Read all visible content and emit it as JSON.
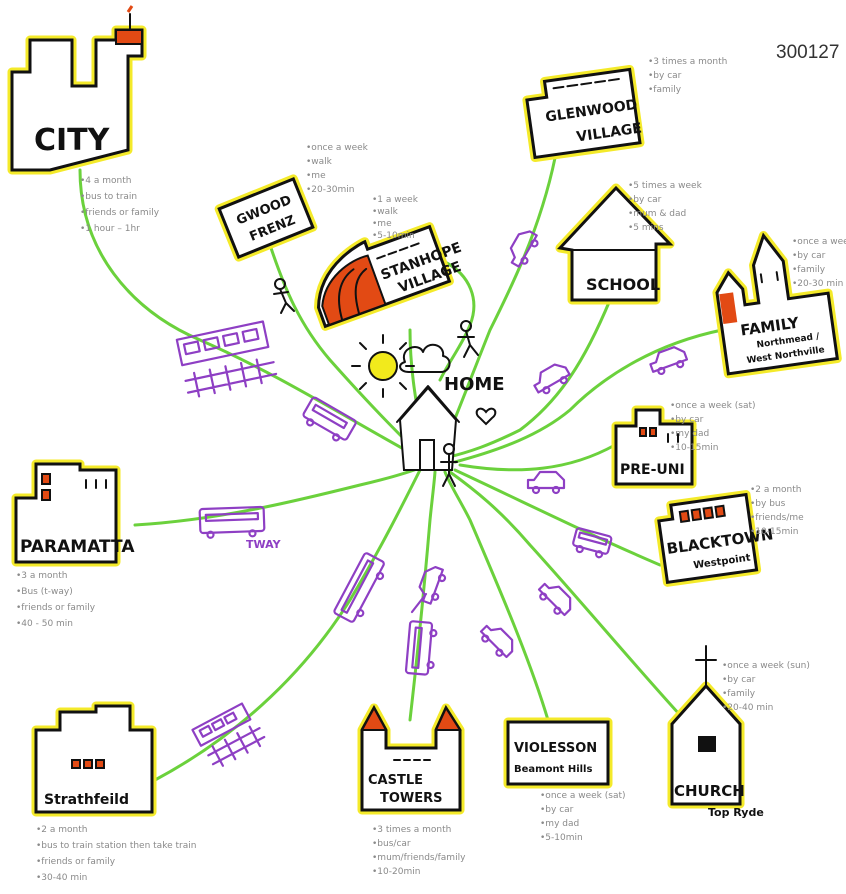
{
  "id_code": "300127",
  "home": {
    "label": "HOME"
  },
  "places": {
    "city": {
      "label": "CITY",
      "notes": [
        "•4 a month",
        "•bus to train",
        "•friends or family",
        "•1 hour – 1hr"
      ]
    },
    "gwood": {
      "label1": "GWOOD",
      "label2": "FRENZ",
      "notes": [
        "•once a week",
        "•walk",
        "•me",
        "•20-30min"
      ]
    },
    "stanhope": {
      "label1": "STANHOPE",
      "label2": "VILLAGE",
      "notes": [
        "•1 a week",
        "•walk",
        "•me",
        "•5-10min"
      ]
    },
    "glenwood": {
      "label1": "GLENWOOD",
      "label2": "VILLAGE",
      "notes": [
        "•3 times a month",
        "•by car",
        "•family"
      ]
    },
    "school": {
      "label": "SCHOOL",
      "notes": [
        "•5 times a week",
        "•by car",
        "•mum & dad",
        "•5 mins"
      ]
    },
    "family": {
      "label1": "FAMILY",
      "label2": "Northmead /",
      "label3": "West Northville",
      "notes": [
        "•once a week",
        "•by car",
        "•family",
        "•20-30 min"
      ]
    },
    "preuni": {
      "label": "PRE-UNI",
      "notes": [
        "•once a week (sat)",
        "•by car",
        "•my dad",
        "•10-15min"
      ]
    },
    "blacktown": {
      "label1": "BLACKTOWN",
      "label2": "Westpoint",
      "notes": [
        "•2 a month",
        "•by bus",
        "•friends/me",
        "•10-15min"
      ]
    },
    "church": {
      "label": "CHURCH",
      "label2": "Top Ryde",
      "notes": [
        "•once a week (sun)",
        "•by car",
        "•family",
        "•20-40 min"
      ]
    },
    "violesson": {
      "label1": "VIOLESSON",
      "label2": "Beamont Hills",
      "notes": [
        "•once a week (sat)",
        "•by car",
        "•my dad",
        "•5-10min"
      ]
    },
    "castle": {
      "label1": "CASTLE",
      "label2": "TOWERS",
      "notes": [
        "•3 times a month",
        "•bus/car",
        "•mum/friends/family",
        "•10-20min"
      ]
    },
    "strathfeild": {
      "label": "Strathfeild",
      "notes": [
        "•2 a month",
        "•bus to train station then take train",
        "•friends or family",
        "•30-40 min"
      ]
    },
    "paramatta": {
      "label": "PARAMATTA",
      "notes": [
        "•3 a month",
        "•Bus (t-way)",
        "•friends or family",
        "•40 - 50 min"
      ]
    }
  },
  "tway": "TWAY",
  "colors": {
    "road": "#6bd13c",
    "vehicle": "#8e3fc4",
    "highlight": "#f4ea2a",
    "roof": "#e24a14",
    "sun": "#f2ea1c"
  }
}
